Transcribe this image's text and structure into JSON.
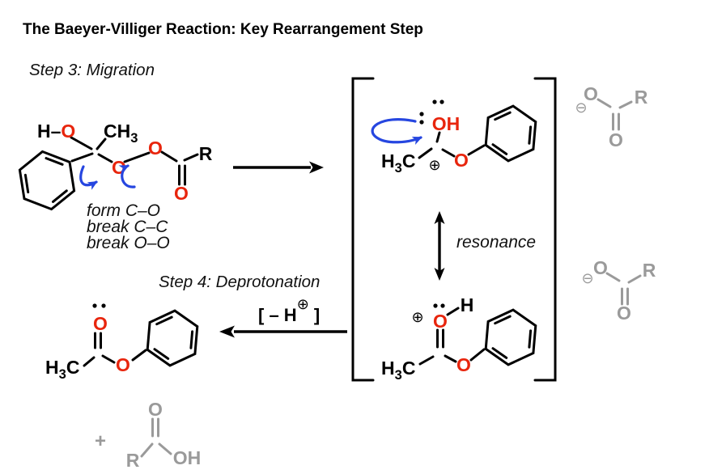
{
  "title": "The Baeyer-Villiger Reaction: Key Rearrangement Step",
  "labels": {
    "step3": "Step 3: Migration",
    "step4": "Step 4: Deprotonation",
    "resonance": "resonance",
    "bond_changes": [
      "form C–O",
      "break C–C",
      "break O–O"
    ],
    "minus_h_prefix": "[ – H",
    "minus_h_suffix": " ]",
    "plus_sign": "+"
  },
  "atoms": {
    "H": "H",
    "O": "O",
    "C": "C",
    "R": "R",
    "OH": "OH",
    "CH": "CH",
    "subscript_3": "3",
    "dash": "–"
  },
  "charges": {
    "plus": "⊕",
    "minus": "⊖"
  },
  "colors": {
    "heteroatom_red": "#e8250d",
    "arrow_blue": "#2646e0",
    "byproduct_gray": "#9a9a9a",
    "ink_black": "#000000"
  }
}
